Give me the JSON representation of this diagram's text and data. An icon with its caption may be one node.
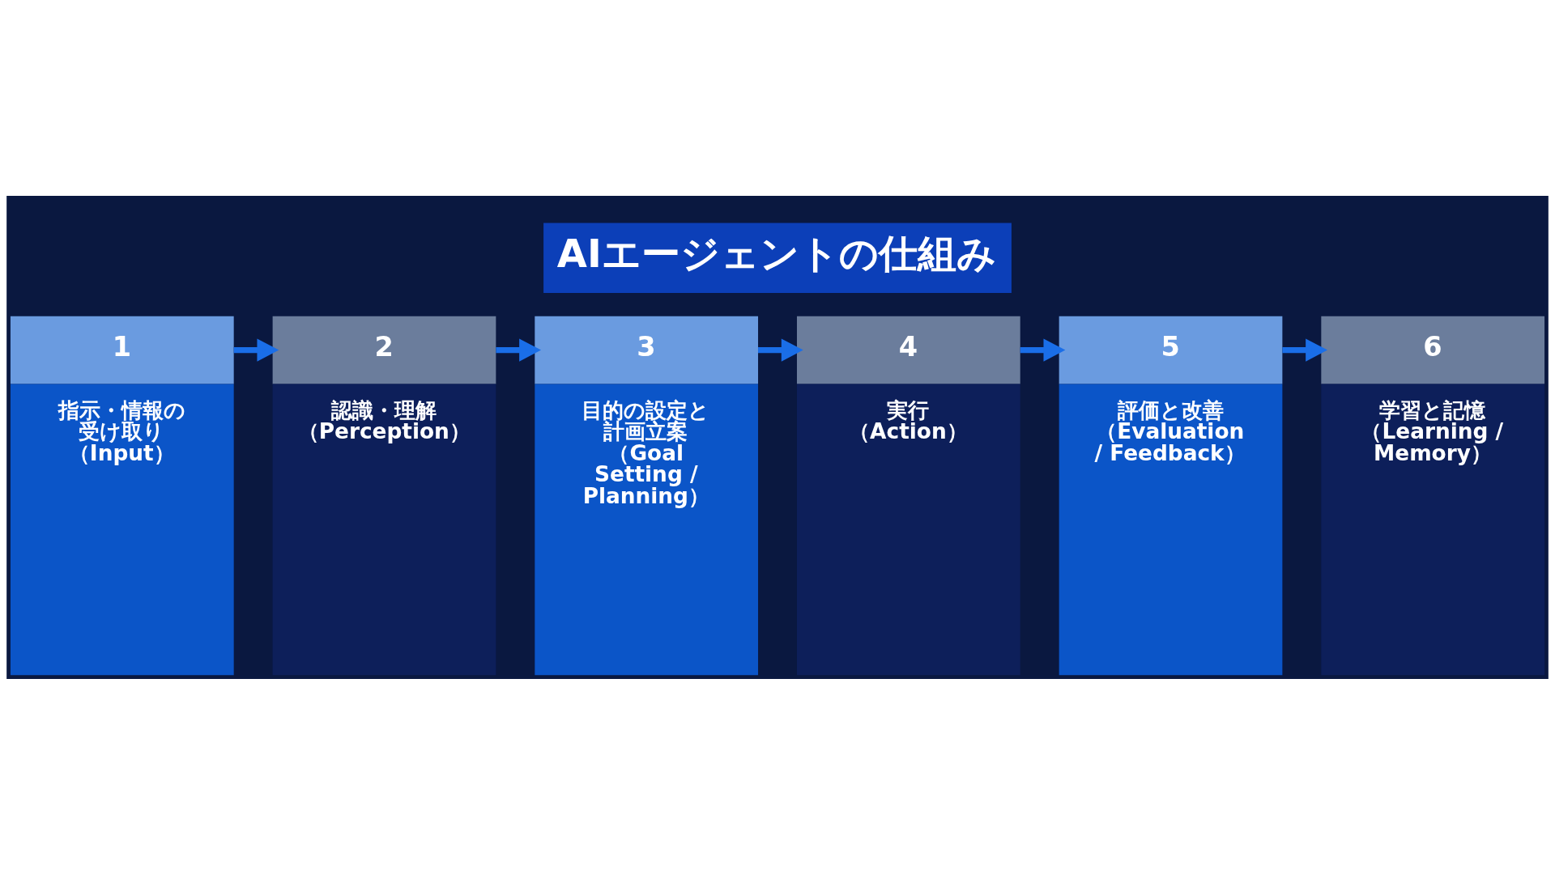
{
  "diagram": {
    "title": "AIエージェントの仕組み",
    "nodes": [
      {
        "text": [
          "1",
          "指示・情報の受け取り（Input）"
        ]
      },
      {
        "text": [
          "2",
          "認識・理解（Perception）"
        ]
      },
      {
        "text": [
          "3",
          "目的の設定と計画立案（Goal Setting / Planning）"
        ]
      },
      {
        "text": [
          "4",
          "実行（Action）"
        ]
      },
      {
        "text": [
          "5",
          "評価と改善（Evaluation / Feedback）"
        ]
      },
      {
        "text": [
          "6",
          "学習と記憶（Learning / Memory）"
        ]
      }
    ],
    "edges": [
      {
        "from": 0,
        "to": 1,
        "arrow": "to"
      },
      {
        "from": 1,
        "to": 2,
        "arrow": "to"
      },
      {
        "from": 2,
        "to": 3,
        "arrow": "to"
      },
      {
        "from": 3,
        "to": 4,
        "arrow": "to"
      },
      {
        "from": 4,
        "to": 5,
        "arrow": "to"
      }
    ]
  }
}
